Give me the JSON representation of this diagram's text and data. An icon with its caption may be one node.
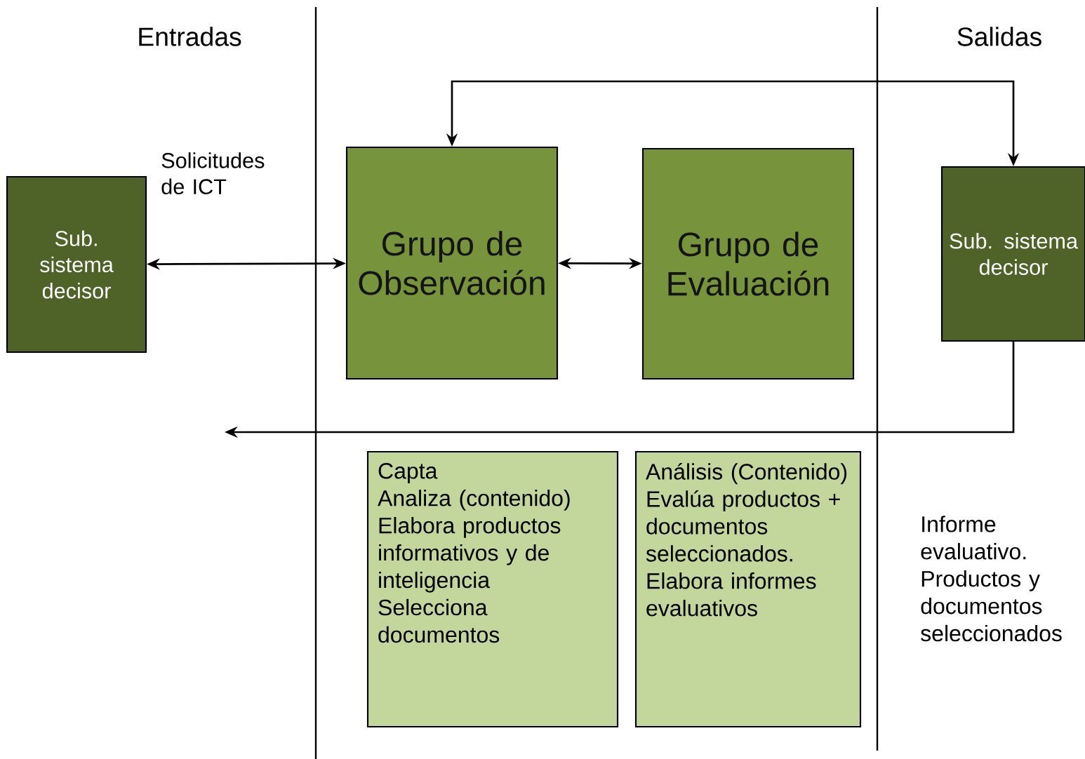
{
  "diagram": {
    "nodes": [
      {
        "text": [
          "Sub. sistema decisor"
        ]
      },
      {
        "text": [
          "Grupo de Observación"
        ]
      },
      {
        "text": [
          "Grupo de Evaluación"
        ]
      },
      {
        "text": [
          "Sub. sistema decisor"
        ]
      },
      {
        "text": [
          "Capta",
          "Analiza (contenido)",
          "Elabora productos informativos y de inteligencia",
          "Selecciona documentos"
        ]
      },
      {
        "text": [
          "Análisis (Contenido)",
          "Evalúa productos + documentos seleccionados.",
          "Elabora informes evaluativos"
        ]
      }
    ],
    "edges": [
      {
        "from": 0,
        "to": 1,
        "arrow": "both",
        "label": "Solicitudes de ICT"
      },
      {
        "from": 1,
        "to": 2,
        "arrow": "both"
      },
      {
        "from": 1,
        "to": 3,
        "arrow": "both"
      },
      {
        "from": 3,
        "to": null,
        "arrow": "to"
      }
    ],
    "labels": [
      "Entradas",
      "Salidas",
      "Informe evaluativo. Productos y documentos seleccionados"
    ]
  }
}
